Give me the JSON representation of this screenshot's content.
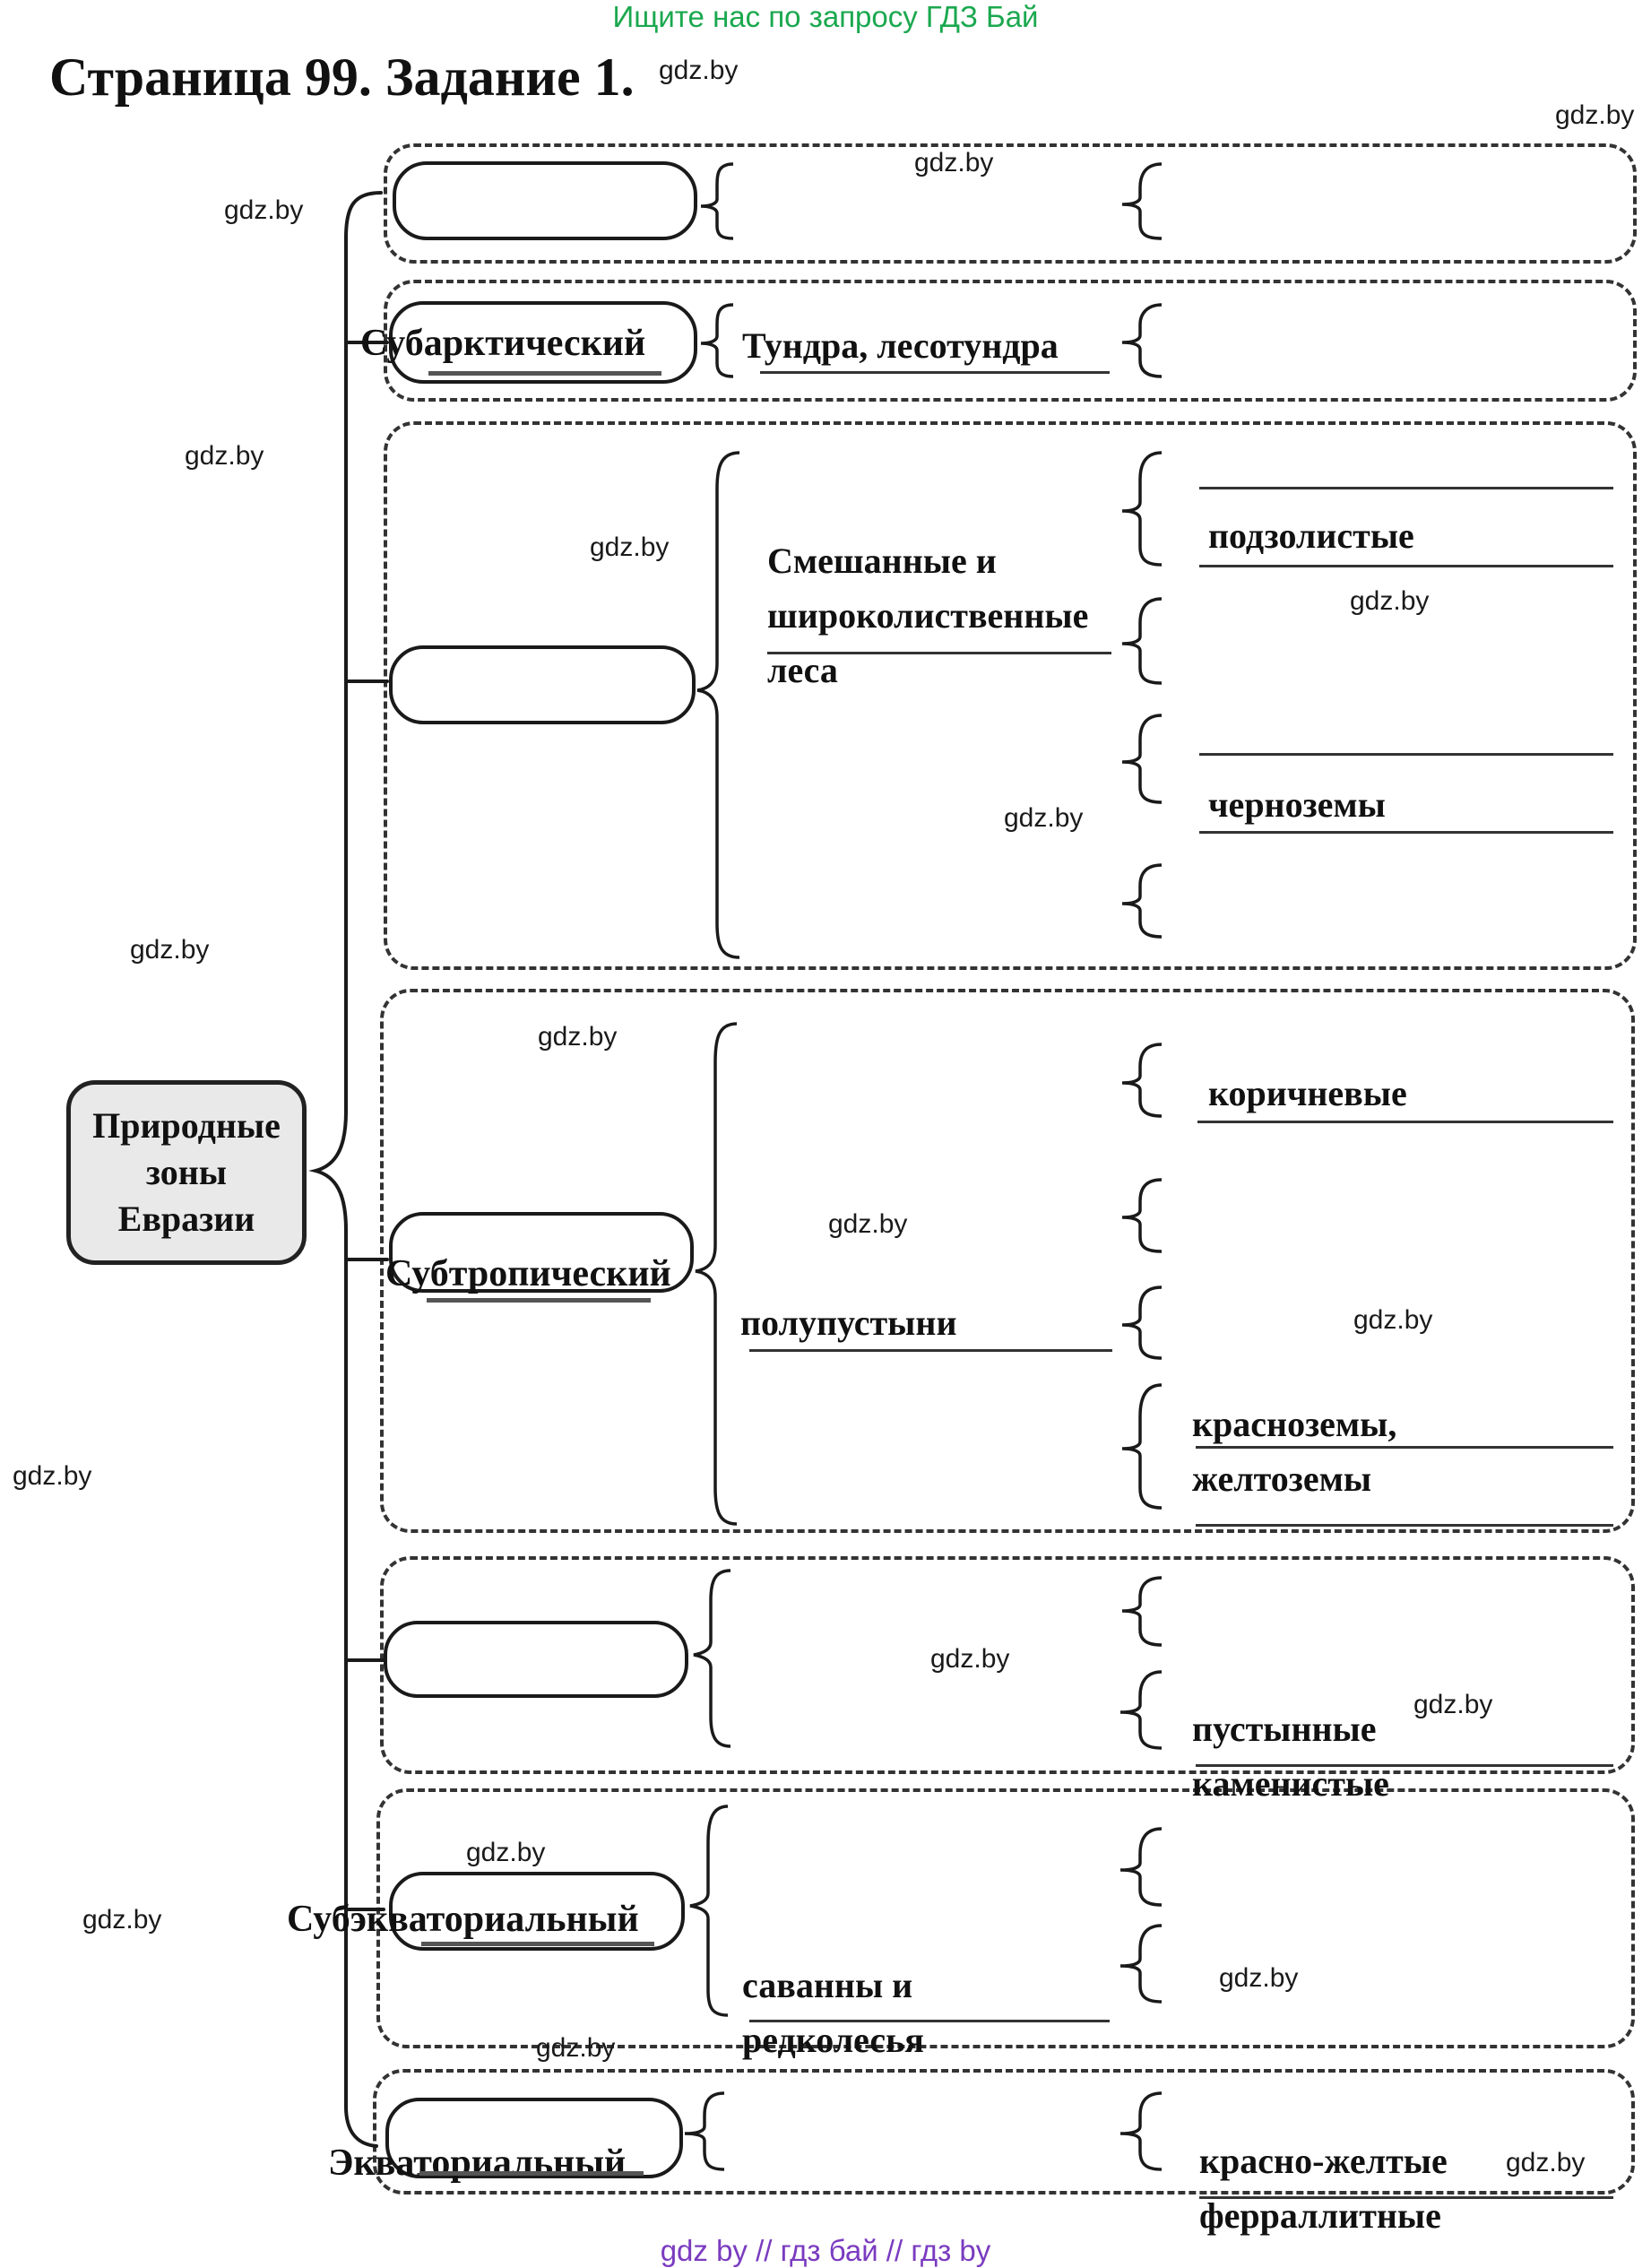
{
  "banner": "Ищите нас по запросу ГДЗ Бай",
  "title": "Страница 99. Задание 1.",
  "root": {
    "lines": [
      "Природные",
      "зоны",
      "Евразии"
    ]
  },
  "zones": {
    "z1": "",
    "z2": "Субарктический",
    "z3": "",
    "z4": "Субтропический",
    "z5": "",
    "z6": "Субэкваториальный",
    "z7": "Экваториальный"
  },
  "natural": {
    "tundra": "Тундра, лесотундра",
    "mixed_forest": "Смешанные и широколиственные леса",
    "semidesert": "полупустыни",
    "savanna": "саванны и редколесья"
  },
  "soils": {
    "podzol": "подзолистые",
    "chernozem": "черноземы",
    "brown": "коричневые",
    "krasnozem": "красноземы, желтоземы",
    "desert_rocky": "пустынные каменистые",
    "ferrallitic": "красно-желтые ферраллитные"
  },
  "watermarks": [
    "gdz.by",
    "gdz.by",
    "gdz.by",
    "gdz.by",
    "gdz.by",
    "gdz.by",
    "gdz.by",
    "gdz.by",
    "gdz.by",
    "gdz.by",
    "gdz.by",
    "gdz.by",
    "gdz.by",
    "gdz.by",
    "gdz.by",
    "gdz.by",
    "gdz.by",
    "gdz.by",
    "gdz.by",
    "gdz.by"
  ],
  "footer": "gdz by  //  гдз бай  //  гдз by"
}
